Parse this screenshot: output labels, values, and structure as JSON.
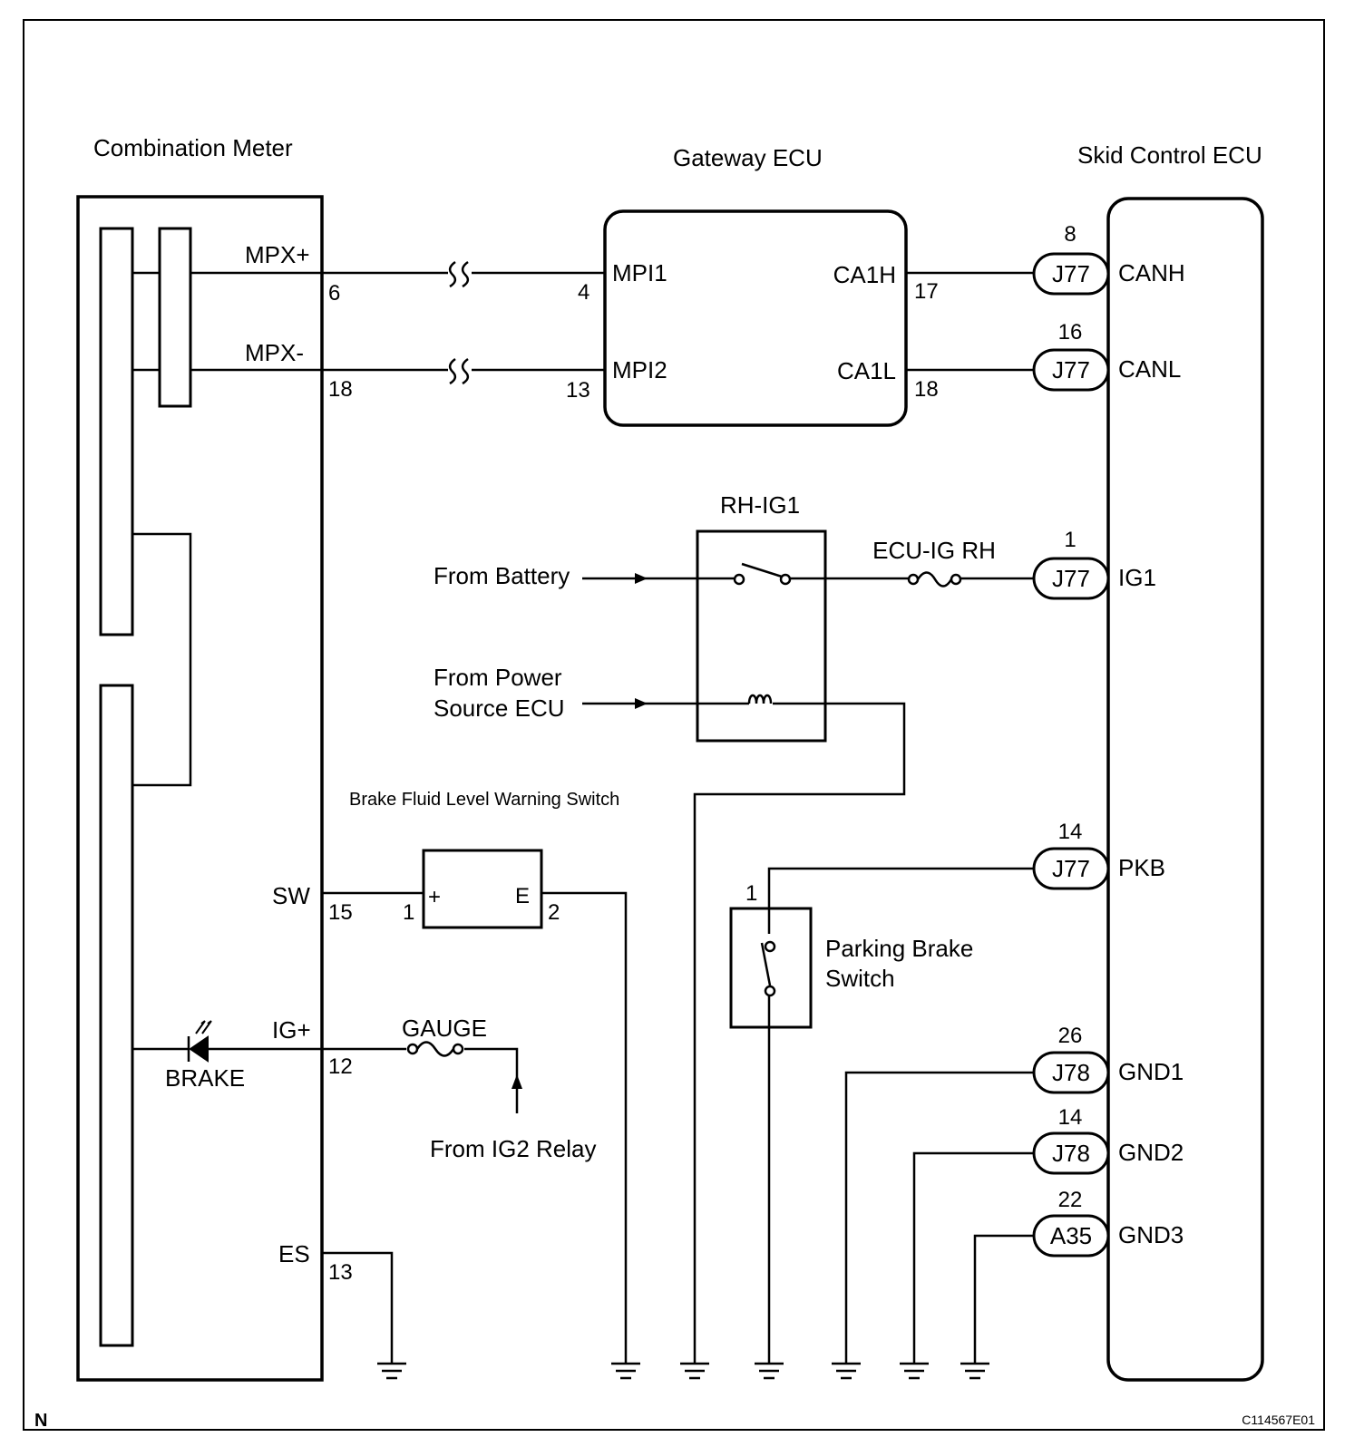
{
  "components": {
    "combination_meter": {
      "title": "Combination Meter",
      "terminals": {
        "mpx_plus": "MPX+",
        "mpx_minus": "MPX-",
        "sw": "SW",
        "ig_plus": "IG+",
        "es": "ES"
      },
      "pins": {
        "mpx_plus": "6",
        "mpx_minus": "18",
        "sw": "15",
        "ig_plus": "12",
        "es": "13"
      },
      "lamp": "BRAKE"
    },
    "gateway_ecu": {
      "title": "Gateway ECU",
      "terminals": {
        "mpi1": "MPI1",
        "mpi2": "MPI2",
        "ca1h": "CA1H",
        "ca1l": "CA1L"
      },
      "pins": {
        "mpi1": "4",
        "mpi2": "13",
        "ca1h": "17",
        "ca1l": "18"
      }
    },
    "skid_control_ecu": {
      "title": "Skid Control ECU",
      "terminals": {
        "canh": "CANH",
        "canl": "CANL",
        "ig1": "IG1",
        "pkb": "PKB",
        "gnd1": "GND1",
        "gnd2": "GND2",
        "gnd3": "GND3"
      },
      "connectors": {
        "canh": "J77",
        "canl": "J77",
        "ig1": "J77",
        "pkb": "J77",
        "gnd1": "J78",
        "gnd2": "J78",
        "gnd3": "A35"
      },
      "pins": {
        "canh": "8",
        "canl": "16",
        "ig1": "1",
        "pkb": "14",
        "gnd1": "26",
        "gnd2": "14",
        "gnd3": "22"
      }
    },
    "relay": {
      "name": "RH-IG1"
    },
    "fuse_ecu": "ECU-IG RH",
    "fuse_gauge": "GAUGE",
    "brake_fluid_switch": {
      "title": "Brake Fluid Level Warning Switch",
      "plus": "+",
      "e": "E",
      "pin_plus": "1",
      "pin_e": "2"
    },
    "parking_brake_switch": {
      "line1": "Parking Brake",
      "line2": "Switch",
      "pin": "1"
    }
  },
  "sources": {
    "battery": "From Battery",
    "power_source_line1": "From Power",
    "power_source_line2": "Source ECU",
    "ig2_relay": "From IG2 Relay"
  },
  "corner": {
    "left": "N",
    "right": "C114567E01"
  }
}
